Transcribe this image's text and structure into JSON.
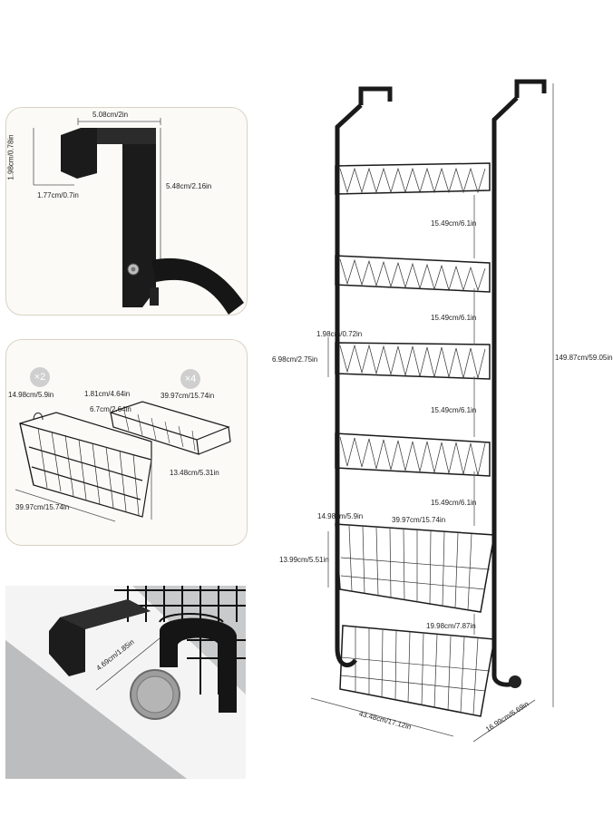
{
  "hook_panel": {
    "width_label": "5.08cm/2in",
    "height_label": "1.98cm/0.78in",
    "depth_label": "1.77cm/0.7in",
    "drop_label": "5.48cm/2.16in"
  },
  "basket_panel": {
    "large_qty": "×2",
    "small_qty": "×4",
    "large_depth": "14.98cm/5.9in",
    "large_width": "39.97cm/15.74in",
    "large_height": "13.48cm/5.31in",
    "small_depth": "6.7cm/2.64in",
    "small_height": "1.81cm/4.64in",
    "small_width": "39.97cm/15.74in"
  },
  "closeup_panel": {
    "hook_gap_label": "4.69cm/1.85in"
  },
  "main_rack": {
    "spacing_labels": [
      "15.49cm/6.1in",
      "15.49cm/6.1in",
      "15.49cm/6.1in",
      "15.49cm/6.1in"
    ],
    "small_basket_depth": "1.98cm/0.72in",
    "small_basket_height": "6.98cm/2.75in",
    "large_basket_depth": "14.98cm/5.9in",
    "large_basket_width": "39.97cm/15.74in",
    "large_basket_height": "13.99cm/5.51in",
    "bottom_gap": "19.98cm/7.87in",
    "total_width": "43.48cm/17.12in",
    "total_depth": "16.99cm/6.69in",
    "total_height": "149.87cm/59.05in"
  }
}
